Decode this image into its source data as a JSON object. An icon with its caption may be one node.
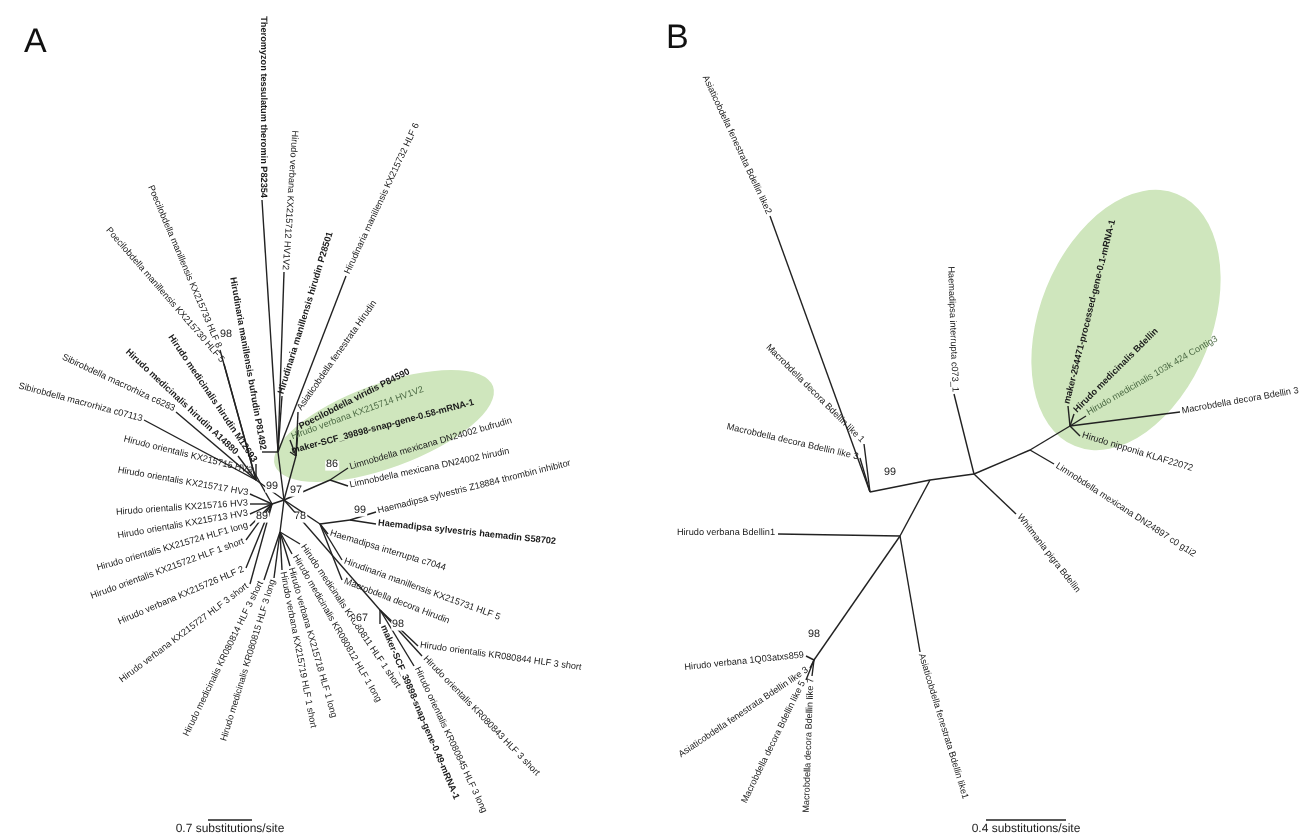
{
  "diagram": {
    "labels": [
      "A",
      "Theromyzon tessulatum theromin P82354",
      "Hirudo verbana KX215712 HV1V2",
      "Hirudinaria manillensis KX215732 HLF 6",
      "Poecilobdella manillensis KX215730 HLF 5",
      "Poecilobdella manillensis KX215733 HLF 8",
      "Hirudinaria manillensis bufrudin P81492",
      "Hirudinaria manillensis hirudin P28501",
      "Hirudo medicinalis hirudin M12693",
      "Hirudo medicinalis hirudin A14880",
      "Sibirobdella macrorhiza c6283",
      "Sibirobdella macrorhiza c07113",
      "Hirudo orientalis KX215715 HV3",
      "Hirudo orientalis KX215717 HV3",
      "Hirudo orientalis KX215716 HV3",
      "Hirudo orientalis KX215713 HV3",
      "Hirudo orientalis KX215724 HLF1 long",
      "Hirudo orientalis KX215722 HLF 1 short",
      "Hirudo verbana KX215726 HLF 2",
      "Hirudo verbana KX215727 HLF 3 short",
      "Hirudo medicinalis KR080814 HLF 3 short",
      "Hirudo medicinalis KR080815 HLF 3 long",
      "Hirudo verbana KX215719 HLF 1 short",
      "Hirudo verbana KX215718 HLF 1 long",
      "Hirudo medicinalis KR080812 HLF 1 long",
      "Hirudo medicinalis KR080811 HLF 1 short",
      "maker-SCF_39898-snap-gene-0.49-mRNA-1",
      "Hirudo orientalis KR080845 HLF 3 long",
      "Hirudo orientalis KR080843 HLF 3 short",
      "Hirudo orientalis KR080844 HLF 3 short",
      "Macrobdella decora Hirudin",
      "Hirudinaria manillensis KX215731 HLF 5",
      "Haemadipsa interrupta c7044",
      "Haemadipsa sylvestris haemadin S58702",
      "Haemadipsa sylvestris Z18884 thrombin inhibitor",
      "Limnobdella mexicana DN24002 hirudin",
      "Limnobdella mexicana DN24002 bufrudin",
      "maker-SCF_39898-snap-gene-0.58-mRNA-1",
      "Hirudo verbana KX215714 HV1V2",
      "Poecilobdella viridis P84590",
      "Asiaticobdella fenestrata Hirudin",
      "98",
      "99",
      "97",
      "89",
      "78",
      "86",
      "99",
      "67",
      "98",
      "0.7 substitutions/site",
      "B",
      "Asiaticobdella fenestrata Bdellin like2",
      "Haemadipsa interrupta c073_1",
      "Macrobdella decora Bdellin like 1",
      "Macrobdella decora Bdellin like 3",
      "Hirudo verbana Bdellin1",
      "Hirudo verbana 1Q03atxs859",
      "Asiaticobdella fenestrata Bdellin like 3",
      "Macrobdella decora Bdellin like 5",
      "Macrobdella decora Bdellin like 7",
      "Asiaticobdella fenestrata Bdellin like1",
      "Whitmania pigra Bdellin",
      "Limnobdella mexicana DN24897 c0 g1i2",
      "Hirudo nipponia KLAF22072",
      "Macrobdella decora Bdellin 3",
      "maker-254471-processed-gene-0.1-mRNA-1",
      "Hirudo medicinalis Bdellin",
      "Hirudo medicinalis 103k 424 Contig3",
      "99",
      "98",
      "0.4 substitutions/site"
    ]
  }
}
